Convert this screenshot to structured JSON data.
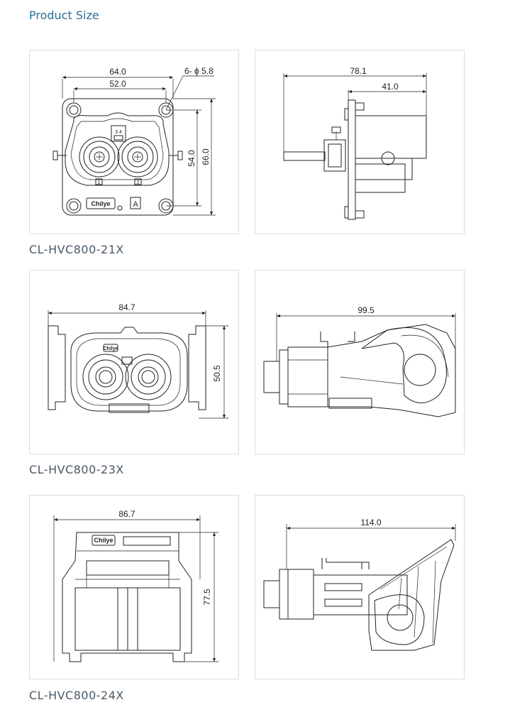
{
  "page": {
    "title": "Product Size"
  },
  "products": [
    {
      "model": "CL-HVC800-21X",
      "front": {
        "width_outer": "64.0",
        "width_inner": "52.0",
        "hole": "6- ϕ 5.8",
        "height_inner": "54.0",
        "height_outer": "66.0",
        "brand": "Chilye",
        "mark_a": "A",
        "pos1": "1",
        "pos2": "2",
        "connector_top": "3 4"
      },
      "side": {
        "length": "78.1",
        "flange_depth": "41.0"
      }
    },
    {
      "model": "CL-HVC800-23X",
      "front": {
        "width": "84.7",
        "height": "50.5",
        "brand": "Chilye"
      },
      "side": {
        "length": "99.5"
      }
    },
    {
      "model": "CL-HVC800-24X",
      "front": {
        "width": "86.7",
        "height": "77.5",
        "brand": "Chilye"
      },
      "side": {
        "length": "114.0"
      }
    }
  ]
}
